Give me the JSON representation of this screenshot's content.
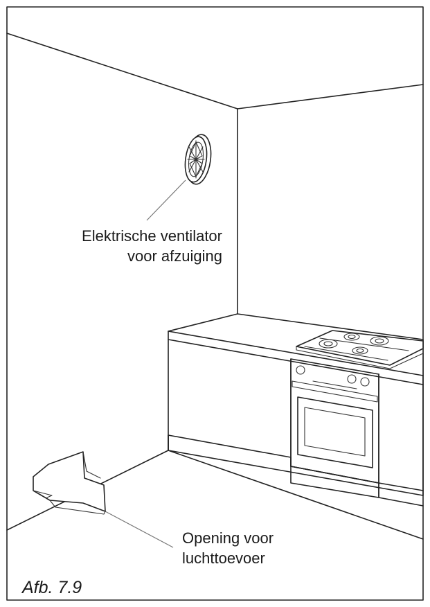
{
  "labels": {
    "fan_line1": "Elektrische ventilator",
    "fan_line2": "voor afzuiging",
    "air_line1": "Opening voor",
    "air_line2": "luchttoevoer"
  },
  "caption": "Afb. 7.9",
  "colors": {
    "line": "#222222",
    "leader": "#777777",
    "background": "#ffffff"
  },
  "icons": [
    "exhaust-fan-icon",
    "air-inlet-arrow-icon"
  ]
}
